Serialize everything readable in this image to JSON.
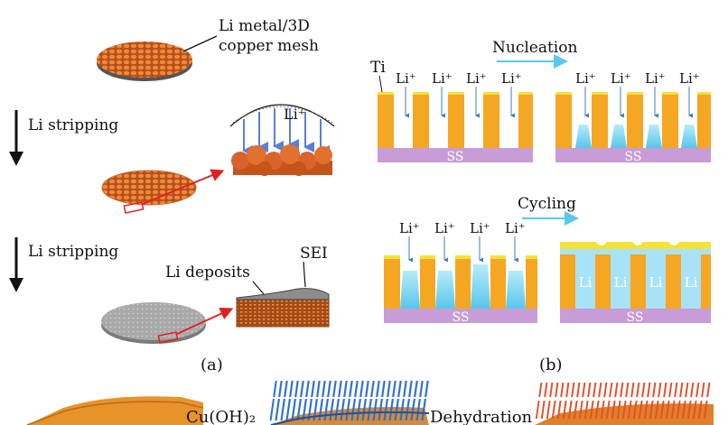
{
  "panel_a": {
    "mesh_label_line1": "Li metal/3D",
    "mesh_label_line2": "copper mesh",
    "stripping_label_1": "Li stripping",
    "stripping_label_2": "Li stripping",
    "li_ion_label": "Li⁺",
    "deposits_label": "Li deposits",
    "sei_label": "SEI",
    "caption": "(a)"
  },
  "panel_b": {
    "ti_label": "Ti",
    "nucleation_label": "Nucleation",
    "cycling_label": "Cycling",
    "li_ion_label": "Li⁺",
    "substrate_label": "SS",
    "li_in_channel_label": "Li",
    "caption": "(b)"
  },
  "panel_c": {
    "reaction_label_1": "Cu(OH)₂",
    "reaction_label_2": "Dehydration"
  },
  "colors": {
    "copper_orange": "#e07a2e",
    "pillar_orange": "#f5a623",
    "pillar_cap_yellow": "#f3e23a",
    "substrate_purple": "#c89cd6",
    "lithium_cyan": "#7fd3ee",
    "arrow_blue": "#5a7fd8",
    "arrow_cyan": "#59c8ea",
    "callout_red": "#e02020",
    "disk_grey": "#a5a5a5",
    "nanowire_blue": "#2f6fc7"
  }
}
